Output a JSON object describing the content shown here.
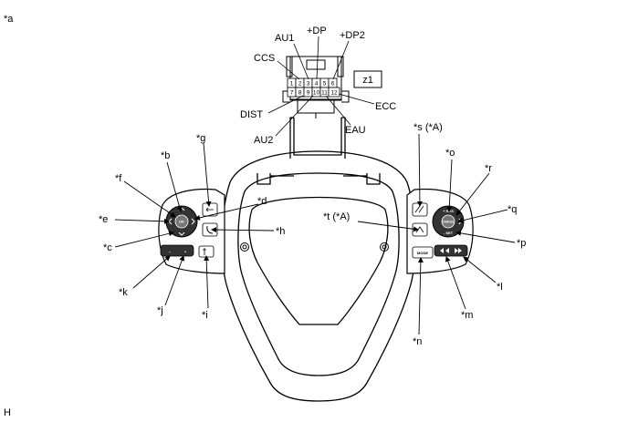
{
  "corner_label": "*a",
  "footer_code": "H",
  "connector": {
    "tag": "z1",
    "pins_top": [
      "1",
      "2",
      "3",
      "4",
      "5",
      "6"
    ],
    "pins_bottom": [
      "7",
      "8",
      "9",
      "10",
      "11",
      "12"
    ],
    "labels": {
      "ccs": "CCS",
      "au1": "AU1",
      "dp": "+DP",
      "dp2": "+DP2",
      "dist": "DIST",
      "au2": "AU2",
      "eau": "EAU",
      "ecc": "ECC"
    }
  },
  "callouts": {
    "b": "*b",
    "c": "*c",
    "d": "*d",
    "e": "*e",
    "f": "*f",
    "g": "*g",
    "h": "*h",
    "i": "*i",
    "j": "*j",
    "k": "*k",
    "l": "*l",
    "m": "*m",
    "n": "*n",
    "o": "*o",
    "p": "*p",
    "q": "*q",
    "r": "*r",
    "s": "*s (*A)",
    "t": "*t (*A)"
  },
  "button_text": {
    "ok": "OK",
    "mode": "MODE",
    "res": "+ RES",
    "cancel": "CANCEL",
    "set": "- SET"
  }
}
